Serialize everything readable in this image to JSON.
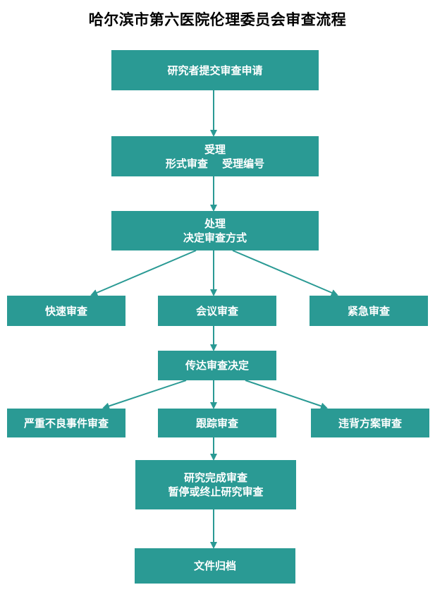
{
  "title": "哈尔滨市第六医院伦理委员会审查流程",
  "colors": {
    "box_fill": "#2A9A94",
    "text": "#FFFFFF",
    "arrow": "#2A9A94"
  },
  "nodes": {
    "submit": {
      "line1": "研究者提交审查申请"
    },
    "accept": {
      "line1": "受理",
      "line2": "形式审查　 受理编号"
    },
    "process": {
      "line1": "处理",
      "line2": "决定审查方式"
    },
    "fast_review": {
      "line1": "快速审查"
    },
    "meeting_review": {
      "line1": "会议审查"
    },
    "urgent_review": {
      "line1": "紧急审查"
    },
    "convey": {
      "line1": "传达审查决定"
    },
    "sae_review": {
      "line1": "严重不良事件审查"
    },
    "follow_review": {
      "line1": "跟踪审查"
    },
    "deviation_review": {
      "line1": "违背方案审查"
    },
    "completion": {
      "line1": "研究完成审查",
      "line2": "暂停或终止研究审查"
    },
    "archive": {
      "line1": "文件归档"
    }
  }
}
